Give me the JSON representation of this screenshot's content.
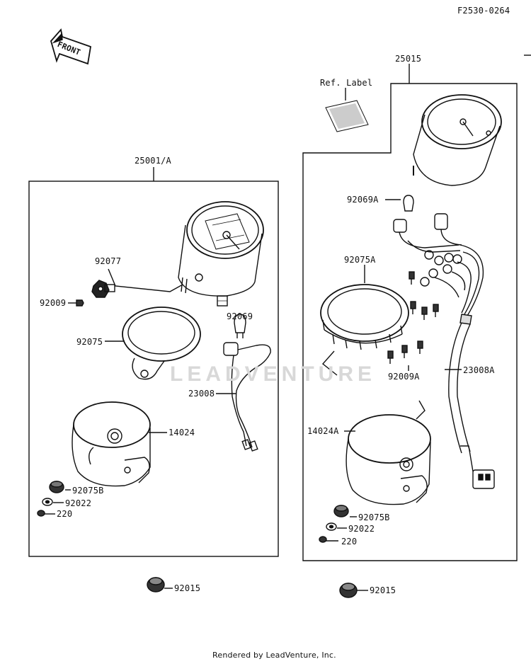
{
  "doc_code": "F2530-0264",
  "front_arrow_label": "FRONT",
  "watermark": "LEADVENTURE",
  "footer": "Rendered by LeadVenture, Inc.",
  "left_assembly": {
    "title": "25001/A",
    "parts": {
      "p92077": "92077",
      "p92009": "92009",
      "p92075": "92075",
      "p92069": "92069",
      "p23008": "23008",
      "p14024": "14024",
      "p92075B": "92075B",
      "p92022": "92022",
      "p220": "220"
    }
  },
  "right_assembly": {
    "title": "25015",
    "ref_label": "Ref. Label",
    "parts": {
      "p92069A": "92069A",
      "p92075A": "92075A",
      "p92009A": "92009A",
      "p23008A": "23008A",
      "p14024A": "14024A",
      "p92075B": "92075B",
      "p92022": "92022",
      "p220": "220"
    }
  },
  "loose_parts": {
    "left_92015": "92015",
    "right_92015": "92015"
  }
}
